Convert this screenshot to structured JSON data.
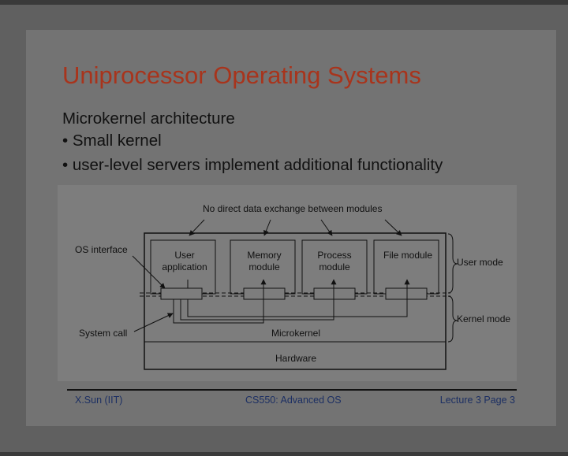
{
  "slide": {
    "title": "Uniprocessor Operating Systems",
    "intro": "Microkernel architecture",
    "bullets": [
      "• Small kernel",
      "• user-level servers implement additional functionality"
    ]
  },
  "diagram": {
    "top_note": "No direct data exchange between modules",
    "os_interface": "OS interface",
    "system_call": "System call",
    "user_mode": "User mode",
    "kernel_mode": "Kernel mode",
    "modules": [
      {
        "line1": "User",
        "line2": "application"
      },
      {
        "line1": "Memory",
        "line2": "module"
      },
      {
        "line1": "Process",
        "line2": "module"
      },
      {
        "line1": "File module",
        "line2": ""
      }
    ],
    "microkernel": "Microkernel",
    "hardware": "Hardware"
  },
  "footer": {
    "author": "X.Sun (IIT)",
    "course": "CS550: Advanced OS",
    "page": "Lecture 3 Page 3"
  }
}
